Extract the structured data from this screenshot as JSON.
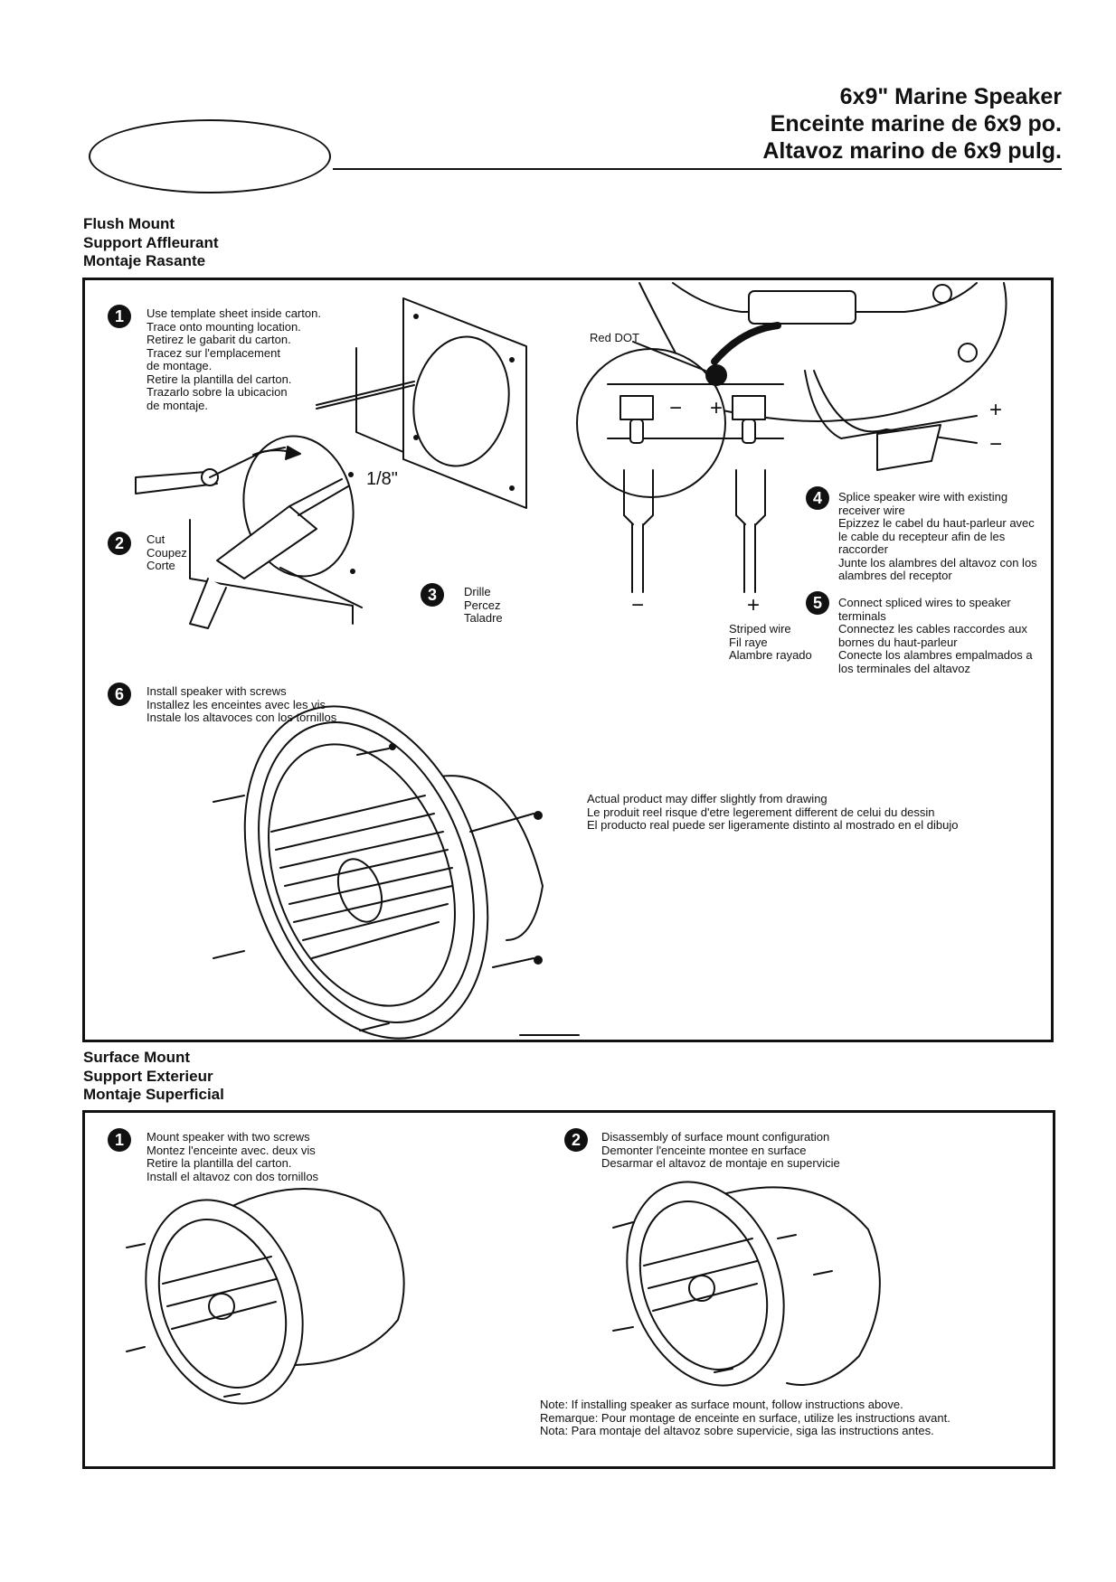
{
  "title": {
    "line1": "6x9\" Marine Speaker",
    "line2": "Enceinte marine de 6x9 po.",
    "line3": "Altavoz marino de 6x9 pulg."
  },
  "flush": {
    "heading": [
      "Flush Mount",
      "Support Affleurant",
      "Montaje Rasante"
    ],
    "step1": {
      "num": "1",
      "lines": [
        "Use template sheet inside carton.",
        "Trace onto mounting location.",
        "Retirez le gabarit du carton.",
        "Tracez sur l'emplacement",
        "de montage.",
        "Retire la plantilla del carton.",
        "Trazarlo sobre la ubicacion",
        "de montaje."
      ]
    },
    "step2": {
      "num": "2",
      "lines": [
        "Cut",
        "Coupez",
        "Corte"
      ]
    },
    "step3": {
      "num": "3",
      "lines": [
        "Drille",
        "Percez",
        "Taladre"
      ]
    },
    "drill_size": "1/8\"",
    "red_dot": "Red DOT",
    "minus": "−",
    "plus": "+",
    "striped": [
      "Striped wire",
      "Fil raye",
      "Alambre rayado"
    ],
    "step4": {
      "num": "4",
      "lines": [
        "Splice speaker wire with existing",
        "receiver wire",
        "Epizzez le cabel du haut-parleur avec",
        "le cable du recepteur afin de les",
        "raccorder",
        "Junte los alambres del altavoz con los",
        "alambres del receptor"
      ]
    },
    "step5": {
      "num": "5",
      "lines": [
        "Connect spliced wires to speaker",
        "terminals",
        "Connectez les cables raccordes aux",
        "bornes du haut-parleur",
        "Conecte los alambres empalmados a",
        "los terminales del altavoz"
      ]
    },
    "step6": {
      "num": "6",
      "lines": [
        "Install speaker with screws",
        "Installez les enceintes avec les vis",
        "Instale los altavoces con los tornillos"
      ]
    },
    "disclaimer": [
      "Actual product may differ slightly from drawing",
      "Le produit reel risque d'etre legerement different de celui du dessin",
      "El producto real puede ser ligeramente distinto al mostrado en el dibujo"
    ]
  },
  "surface": {
    "heading": [
      "Surface Mount",
      "Support Exterieur",
      "Montaje Superficial"
    ],
    "step1": {
      "num": "1",
      "lines": [
        "Mount speaker with two screws",
        "Montez l'enceinte avec. deux vis",
        "Retire la plantilla del carton.",
        "Install el altavoz con dos tornillos"
      ]
    },
    "step2": {
      "num": "2",
      "lines": [
        "Disassembly of surface mount configuration",
        "Demonter l'enceinte montee en surface",
        "Desarmar el altavoz de montaje en supervicie"
      ]
    },
    "note": [
      "Note:  If installing speaker as surface mount, follow instructions above.",
      "Remarque:  Pour montage de enceinte en surface, utilize les instructions avant.",
      "Nota:  Para montaje del altavoz sobre supervicie, siga las instructions antes."
    ]
  },
  "colors": {
    "ink": "#111111",
    "dot": "#111111"
  }
}
